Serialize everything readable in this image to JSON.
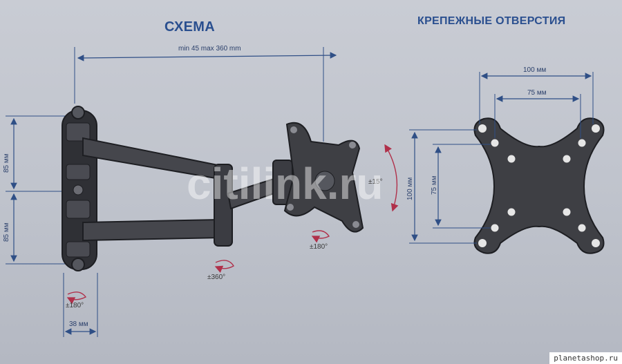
{
  "titles": {
    "scheme": "СХЕМА",
    "holes": "КРЕПЕЖНЫЕ ОТВЕРСТИЯ"
  },
  "dimensions": {
    "reach": "min 45 max 360 mm",
    "upper_spacing": "85 мм",
    "lower_spacing": "85 мм",
    "wall_plate_width": "38 мм",
    "vesa_outer_h": "100 мм",
    "vesa_inner_h": "75 мм",
    "vesa_outer_v": "100 мм",
    "vesa_inner_v": "75 мм"
  },
  "angles": {
    "tilt": "±15°",
    "head_swivel": "±180°",
    "arm_swivel": "±360°",
    "wall_swivel": "±180°"
  },
  "watermark": "citilink.ru",
  "site_label": "planetashop.ru",
  "colors": {
    "title_blue": "#2a4f8f",
    "dimension_blue": "#2f4f86",
    "angle_red": "#b0304a",
    "metal_dark": "#3e3f44"
  }
}
